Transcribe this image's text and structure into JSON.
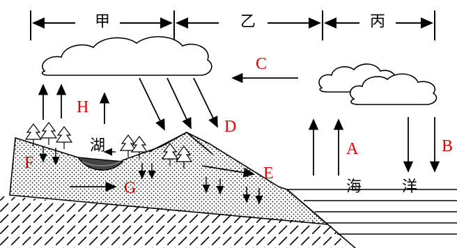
{
  "regions": {
    "jia": "甲",
    "yi": "乙",
    "bing": "丙"
  },
  "letters": {
    "A": "A",
    "B": "B",
    "C": "C",
    "D": "D",
    "E": "E",
    "F": "F",
    "G": "G",
    "H": "H"
  },
  "words": {
    "lake": "湖",
    "sea": "海",
    "ocean": "洋"
  },
  "colors": {
    "label_red": "#e00000",
    "line": "#000000"
  }
}
